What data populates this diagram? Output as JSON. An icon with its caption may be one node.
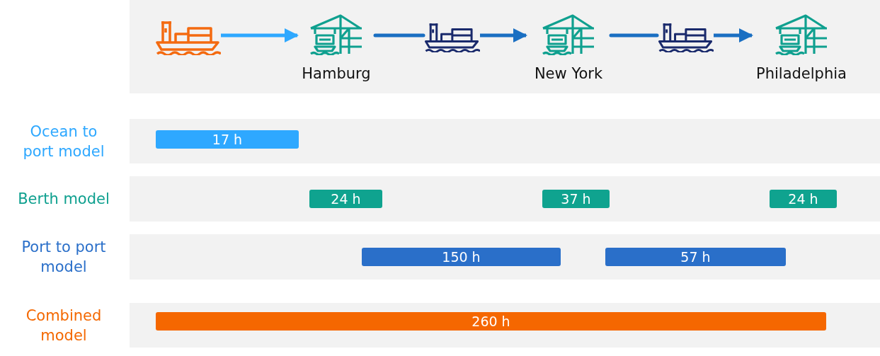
{
  "diagram": {
    "nodes": [
      {
        "text": [],
        "shape": "box"
      },
      {
        "text": [],
        "shape": "picture",
        "in": 0
      },
      {
        "text": [
          "Hamburg"
        ],
        "in": 0
      },
      {
        "text": [],
        "shape": "picture",
        "in": 0
      },
      {
        "text": [
          "New York"
        ],
        "in": 0
      },
      {
        "text": [],
        "shape": "picture",
        "in": 0
      },
      {
        "text": [
          "Philadelphia"
        ],
        "in": 0
      },
      {
        "text": [
          "Ocean to port model"
        ]
      },
      {
        "text": [
          "17 h"
        ],
        "in": 7
      },
      {
        "text": [
          "Berth model"
        ]
      },
      {
        "text": [
          "24 h"
        ],
        "in": 9
      },
      {
        "text": [
          "37 h"
        ],
        "in": 9
      },
      {
        "text": [
          "24 h"
        ],
        "in": 9
      },
      {
        "text": [
          "Port to port model"
        ]
      },
      {
        "text": [
          "150 h"
        ],
        "in": 13
      },
      {
        "text": [
          "57 h"
        ],
        "in": 13
      },
      {
        "text": [
          "Combined model"
        ]
      },
      {
        "text": [
          "260 h"
        ],
        "in": 16
      }
    ],
    "edges": [
      {
        "from": 1,
        "to": 2,
        "arrow": "to",
        "color": "#2ea8ff"
      },
      {
        "from": 2,
        "to": 3,
        "arrow": "none"
      },
      {
        "from": 3,
        "to": 4,
        "arrow": "to"
      },
      {
        "from": 4,
        "to": 5,
        "arrow": "none"
      },
      {
        "from": 5,
        "to": 6,
        "arrow": "to"
      }
    ]
  }
}
